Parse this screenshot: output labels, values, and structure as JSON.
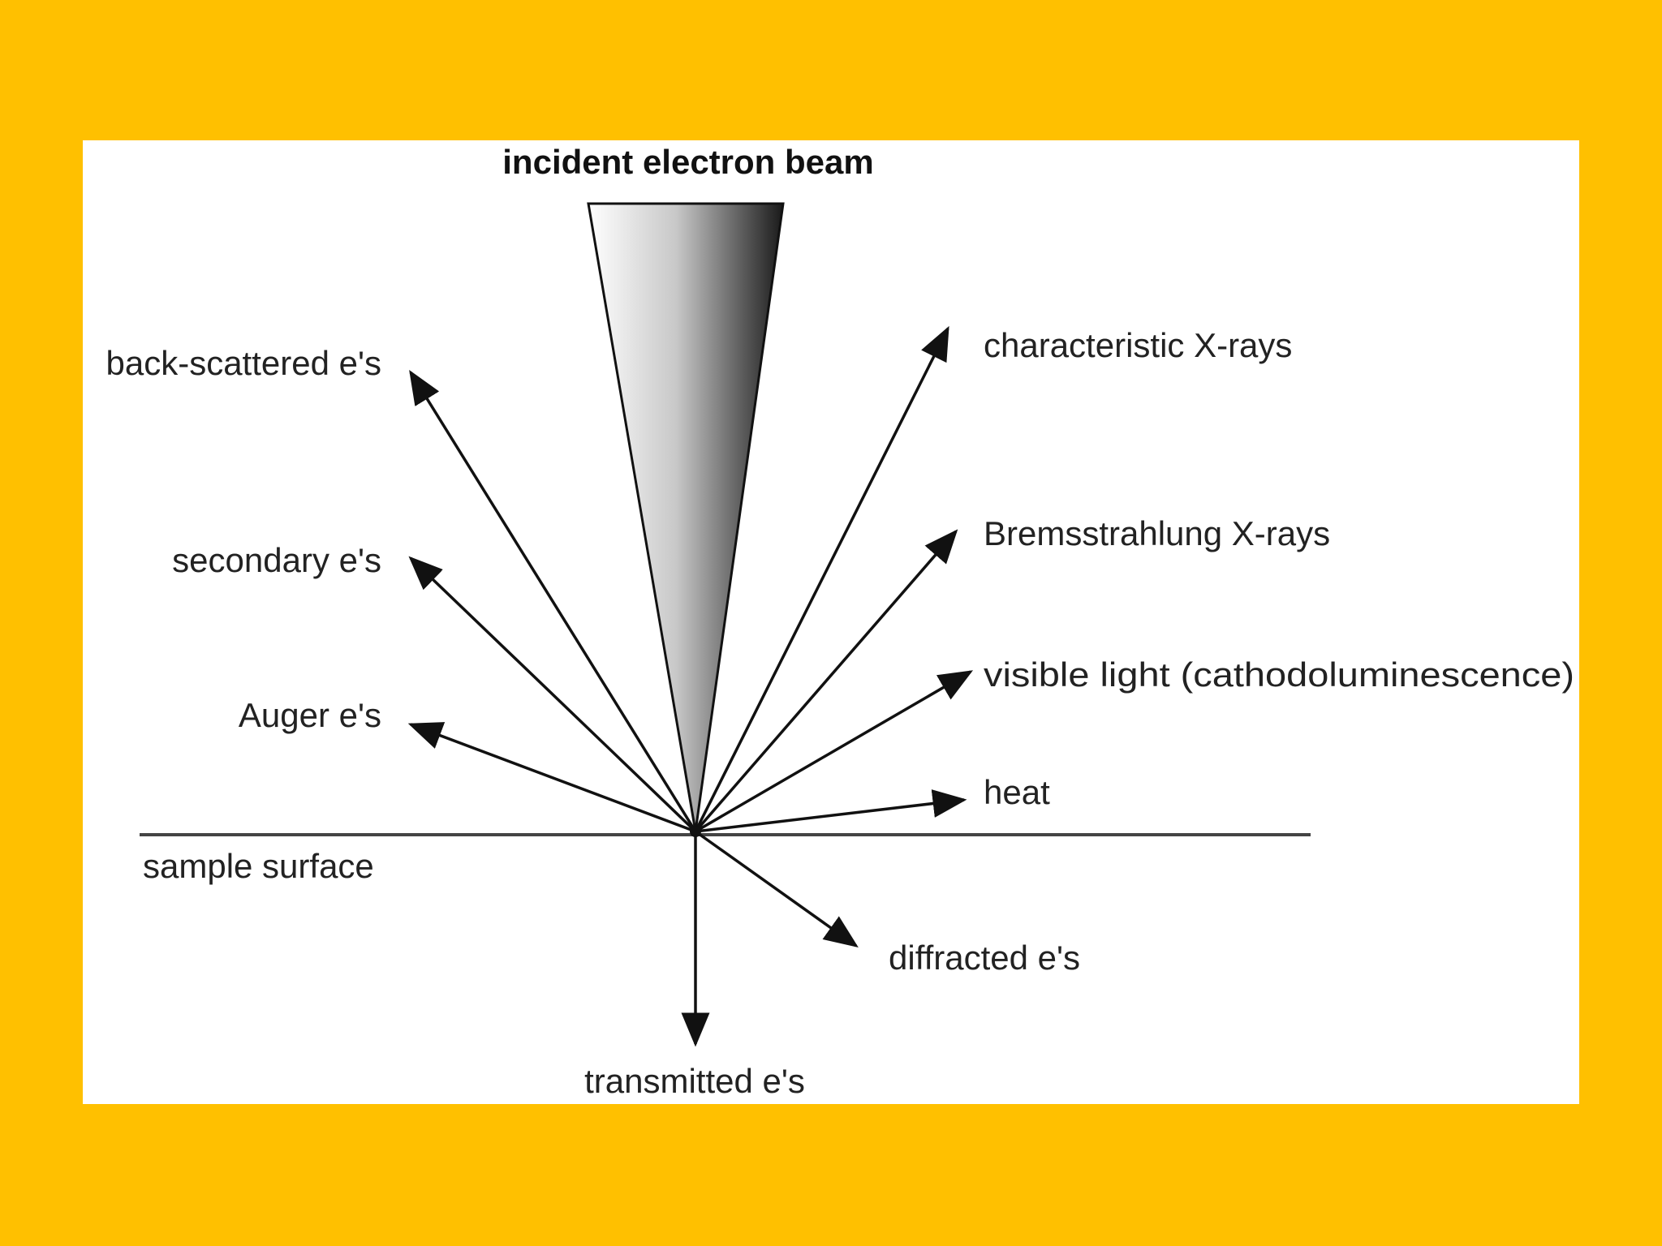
{
  "diagram": {
    "title": "incident electron beam",
    "colors": {
      "background": "#FFC000",
      "panel": "#FFFFFF",
      "ink": "#111111"
    },
    "surface_label": "sample surface",
    "signals": {
      "backscattered": "back-scattered e's",
      "secondary": "secondary e's",
      "auger": "Auger e's",
      "characteristic_xrays": "characteristic X-rays",
      "bremsstrahlung": "Bremsstrahlung X-rays",
      "visible_light": "visible light (cathodoluminescence)",
      "heat": "heat",
      "diffracted": "diffracted e's",
      "transmitted": "transmitted e's"
    }
  }
}
